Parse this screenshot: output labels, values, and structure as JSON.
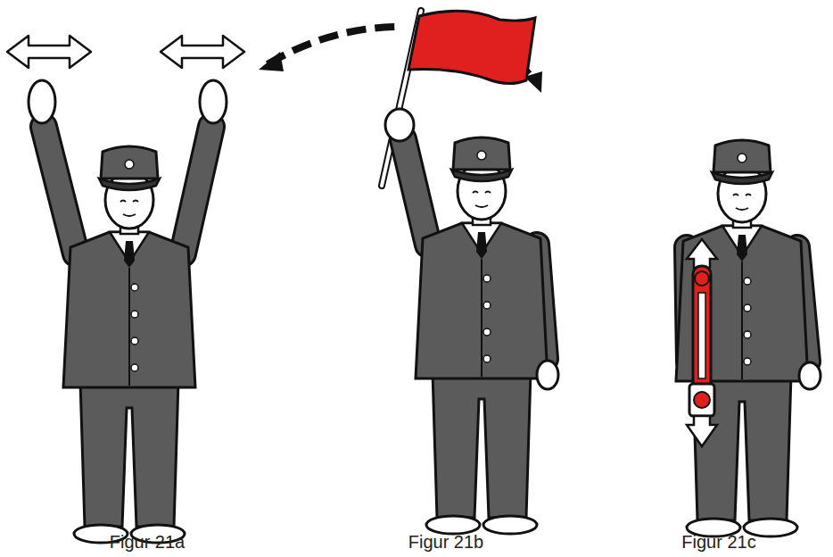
{
  "diagram": {
    "labels": [
      "Figur 21a",
      "Figur 21b",
      "Figur 21c"
    ]
  }
}
